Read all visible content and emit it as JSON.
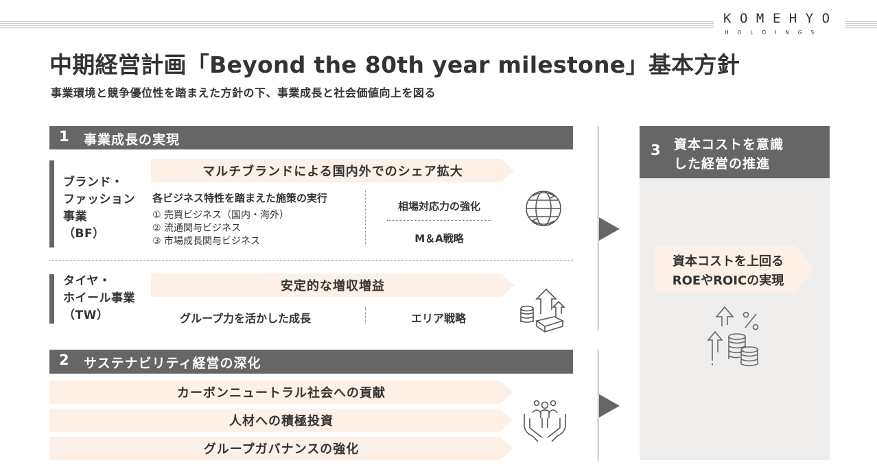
{
  "brand": {
    "name": "KOMEHYO",
    "sub": "HOLDINGS"
  },
  "title": "中期経営計画「Beyond the 80th year milestone」基本方針",
  "subtitle": "事業環境と競争優位性を踏まえた方針の下、事業成長と社会価値向上を図る",
  "section1": {
    "number": "1",
    "label": "事業成長の実現",
    "bf": {
      "label_lines": [
        "ブランド・",
        "ファッション",
        "事業",
        "（BF）"
      ],
      "banner": "マルチブランドによる国内外でのシェア拡大",
      "measures_title": "各ビジネス特性を踏まえた施策の実行",
      "measures": [
        "①  売買ビジネス（国内・海外）",
        "②  流通関与ビジネス",
        "③  市場成長関与ビジネス"
      ],
      "right_items": [
        "相場対応力の強化",
        "M＆A戦略"
      ],
      "icon": "globe-arrows-icon"
    },
    "tw": {
      "label_lines": [
        "タイヤ・",
        "ホイール事業",
        "（TW）"
      ],
      "banner": "安定的な増収増益",
      "items": [
        "グループ力を活かした成長",
        "エリア戦略"
      ],
      "icon": "coins-growth-icon"
    }
  },
  "section2": {
    "number": "2",
    "label": "サステナビリティ経営の深化",
    "banners": [
      "カーボンニュートラル社会への貢献",
      "人材への積極投資",
      "グループガバナンスの強化"
    ],
    "icon": "hands-people-icon"
  },
  "section3": {
    "number": "3",
    "label_lines": [
      "資本コストを意識",
      "した経営の推進"
    ],
    "banner_lines": [
      "資本コストを上回る",
      "ROEやROICの実現"
    ],
    "icon": "percent-coins-icon"
  },
  "colors": {
    "bar": "#666666",
    "banner": "#fdf0e6",
    "panel": "#efeeed",
    "text": "#333333"
  }
}
